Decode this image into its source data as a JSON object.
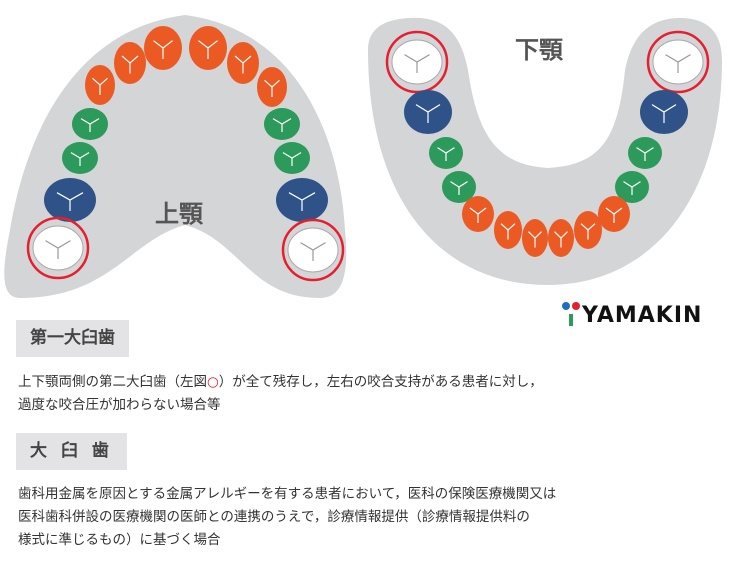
{
  "diagram": {
    "upper_jaw_label": "上顎",
    "lower_jaw_label": "下顎",
    "colors": {
      "gum": "#d4d5d7",
      "incisor": "#ec5a24",
      "premolar": "#2c9a5a",
      "molar1": "#2f5389",
      "molar2": "#ffffff",
      "circle": "#e5202e"
    }
  },
  "logo": {
    "text": "YAMAKIN"
  },
  "sections": [
    {
      "label": "第一大臼歯",
      "lines": [
        "上下顎両側の第二大臼歯（左図",
        "○",
        "）が全て残存し，左右の咬合支持がある患者に対し，",
        "過度な咬合圧が加わらない場合等"
      ]
    },
    {
      "label": "大 臼 歯",
      "lines": [
        "歯科用金属を原因とする金属アレルギーを有する患者において，医科の保険医療機関又は",
        "医科歯科併設の医療機関の医師との連携のうえで，診療情報提供（診療情報提供料の",
        "様式に準じるもの）に基づく場合"
      ]
    }
  ]
}
